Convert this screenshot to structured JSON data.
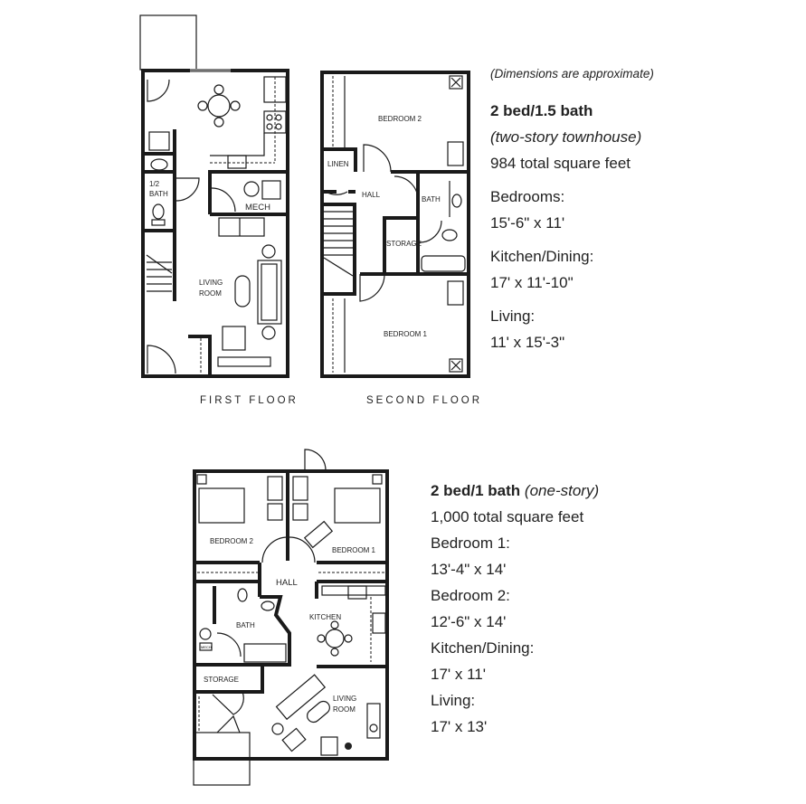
{
  "note": "(Dimensions are approximate)",
  "townhouse": {
    "title": "2 bed/1.5 bath",
    "subtitle": "(two-story townhouse)",
    "total": "984 total square feet",
    "bedrooms_label": "Bedrooms:",
    "bedrooms_dim": "15'-6\" x 11'",
    "kitchen_label": "Kitchen/Dining:",
    "kitchen_dim": "17' x 11'-10\"",
    "living_label": "Living:",
    "living_dim": "11' x 15'-3\"",
    "first_floor": {
      "caption": "FIRST FLOOR",
      "rooms": {
        "half_bath_1": "1/2",
        "half_bath_2": "BATH",
        "mech": "MECH",
        "living_1": "LIVING",
        "living_2": "ROOM"
      }
    },
    "second_floor": {
      "caption": "SECOND FLOOR",
      "rooms": {
        "bedroom2": "BEDROOM 2",
        "linen": "LINEN",
        "hall": "HALL",
        "bath": "BATH",
        "storage": "STORAGE",
        "bedroom1": "BEDROOM 1"
      }
    }
  },
  "onestory": {
    "title": "2 bed/1 bath",
    "subtitle": "(one-story)",
    "total": "1,000 total square feet",
    "bedroom1_label": "Bedroom 1:",
    "bedroom1_dim": "13'-4\" x 14'",
    "bedroom2_label": "Bedroom 2:",
    "bedroom2_dim": "12'-6\" x 14'",
    "kitchen_label": "Kitchen/Dining:",
    "kitchen_dim": "17' x 11'",
    "living_label": "Living:",
    "living_dim": "17' x 13'",
    "rooms": {
      "bedroom2": "BEDROOM 2",
      "bedroom1": "BEDROOM 1",
      "hall": "HALL",
      "bath": "BATH",
      "kitchen": "KITCHEN",
      "storage": "STORAGE",
      "living_1": "LIVING",
      "living_2": "ROOM",
      "mech": "MECH"
    }
  }
}
